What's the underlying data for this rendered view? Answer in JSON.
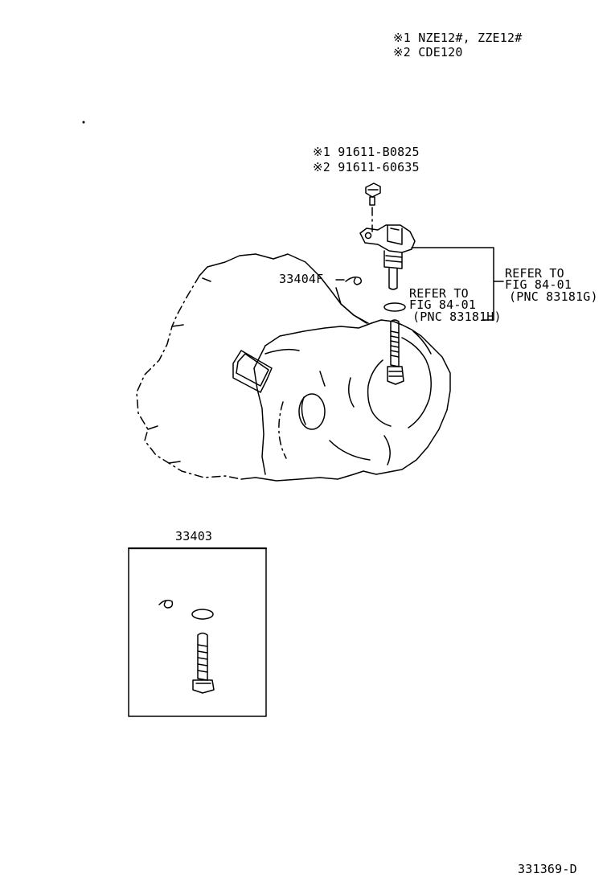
{
  "applicability": [
    {
      "mark": "※1",
      "models": "NZE12#, ZZE12#"
    },
    {
      "mark": "※2",
      "models": "CDE120"
    }
  ],
  "bolt_parts": [
    {
      "mark": "※1",
      "part_no": "91611-B0825"
    },
    {
      "mark": "※2",
      "part_no": "91611-60635"
    }
  ],
  "clip_part": "33404F",
  "kit_part": "33403",
  "refer_sensor": {
    "line1": "REFER TO",
    "line2": "FIG 84-01",
    "line3": "(PNC 83181G)"
  },
  "refer_oring": {
    "line1": "REFER TO",
    "line2": "FIG 84-01",
    "line3": "(PNC 83181H)"
  },
  "figure_id": "331369-D"
}
